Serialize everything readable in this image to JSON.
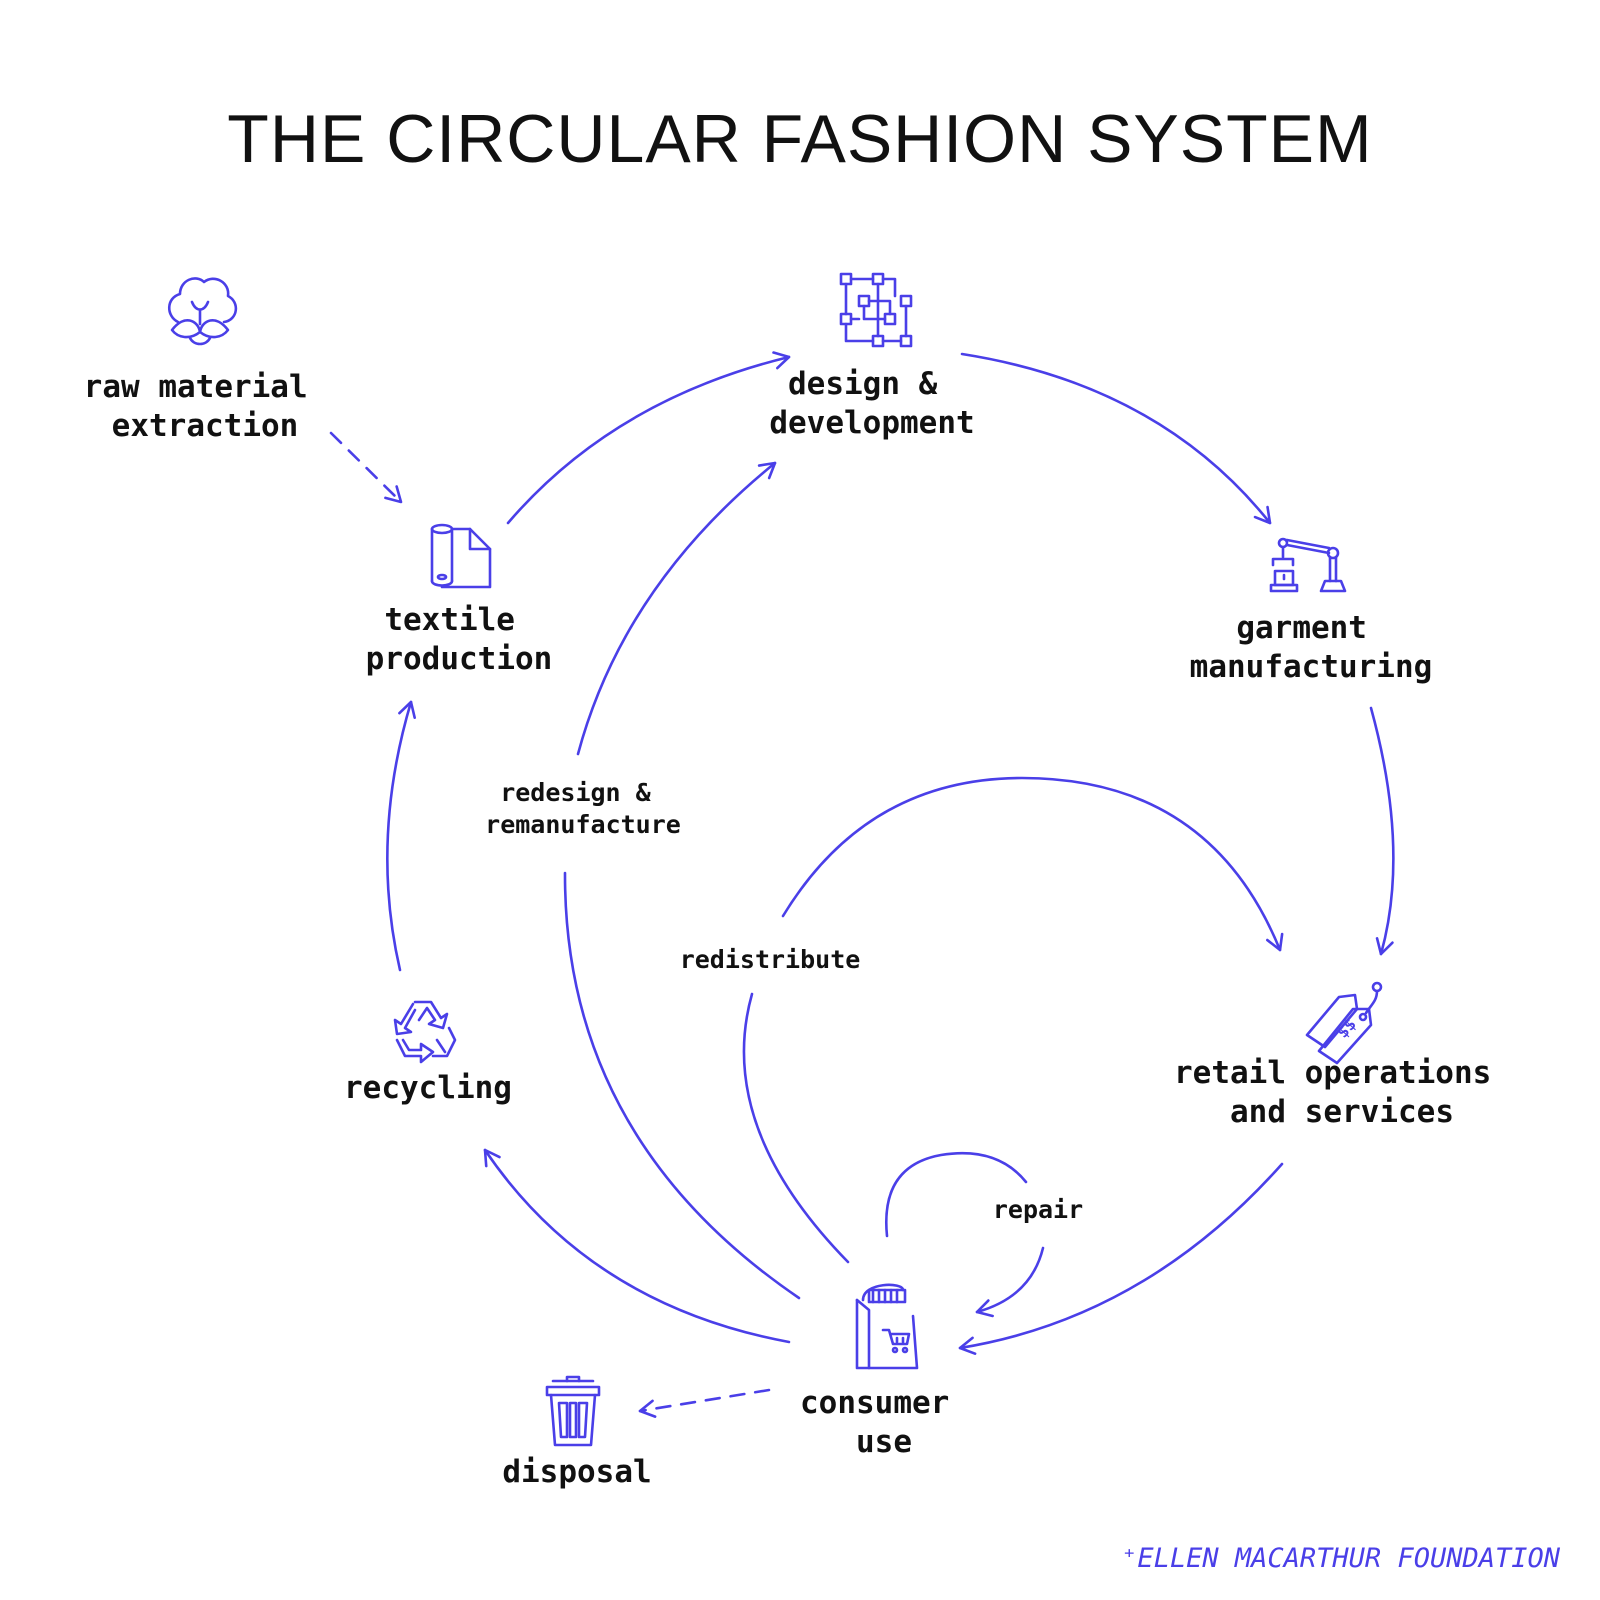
{
  "title": "THE CIRCULAR FASHION SYSTEM",
  "colors": {
    "accent": "#4a3fe8",
    "text": "#111111",
    "background": "#ffffff"
  },
  "nodes": {
    "raw_material": {
      "icon": "cotton-flower-icon",
      "lines": [
        "raw material",
        "extraction"
      ]
    },
    "design": {
      "icon": "design-grid-icon",
      "lines": [
        "design &",
        "development"
      ]
    },
    "textile": {
      "icon": "fabric-roll-icon",
      "lines": [
        "textile",
        "production"
      ]
    },
    "garment": {
      "icon": "robotic-arm-icon",
      "lines": [
        "garment",
        "manufacturing"
      ]
    },
    "retail": {
      "icon": "price-tag-icon",
      "lines": [
        "retail operations",
        "and services"
      ]
    },
    "recycling": {
      "icon": "recycle-icon",
      "lines": [
        "recycling"
      ]
    },
    "consumer": {
      "icon": "shopping-bag-icon",
      "lines": [
        "consumer",
        "use"
      ]
    },
    "disposal": {
      "icon": "trash-bin-icon",
      "lines": [
        "disposal"
      ]
    }
  },
  "flows": {
    "redesign": [
      "redesign &",
      "remanufacture"
    ],
    "redistribute": "redistribute",
    "repair": "repair"
  },
  "credit": "⁺ELLEN MACARTHUR FOUNDATION"
}
